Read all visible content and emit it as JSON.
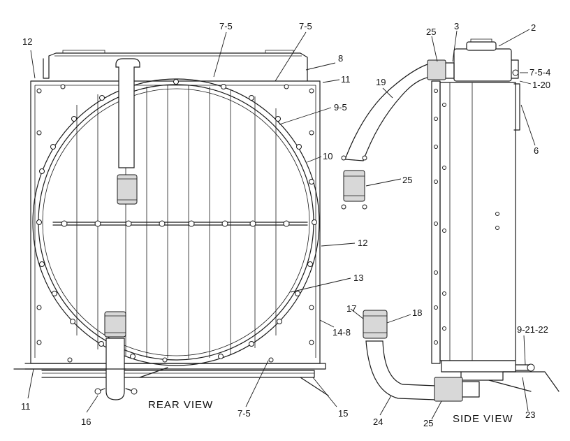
{
  "views": {
    "rear": "REAR VIEW",
    "side": "SIDE VIEW"
  },
  "callouts": {
    "c12a": "12",
    "c75a": "7-5",
    "c75b": "7-5",
    "c8": "8",
    "c11a": "11",
    "c95": "9-5",
    "c10": "10",
    "c12b": "12",
    "c13": "13",
    "c148": "14-8",
    "c11b": "11",
    "c16": "16",
    "c75c": "7-5",
    "c15": "15",
    "c25a": "25",
    "c3": "3",
    "c2": "2",
    "c754": "7-5-4",
    "c120": "1-20",
    "c19": "19",
    "c6": "6",
    "c25b": "25",
    "c17": "17",
    "c18": "18",
    "c92122": "9-21-22",
    "c24": "24",
    "c25c": "25",
    "c23": "23"
  }
}
